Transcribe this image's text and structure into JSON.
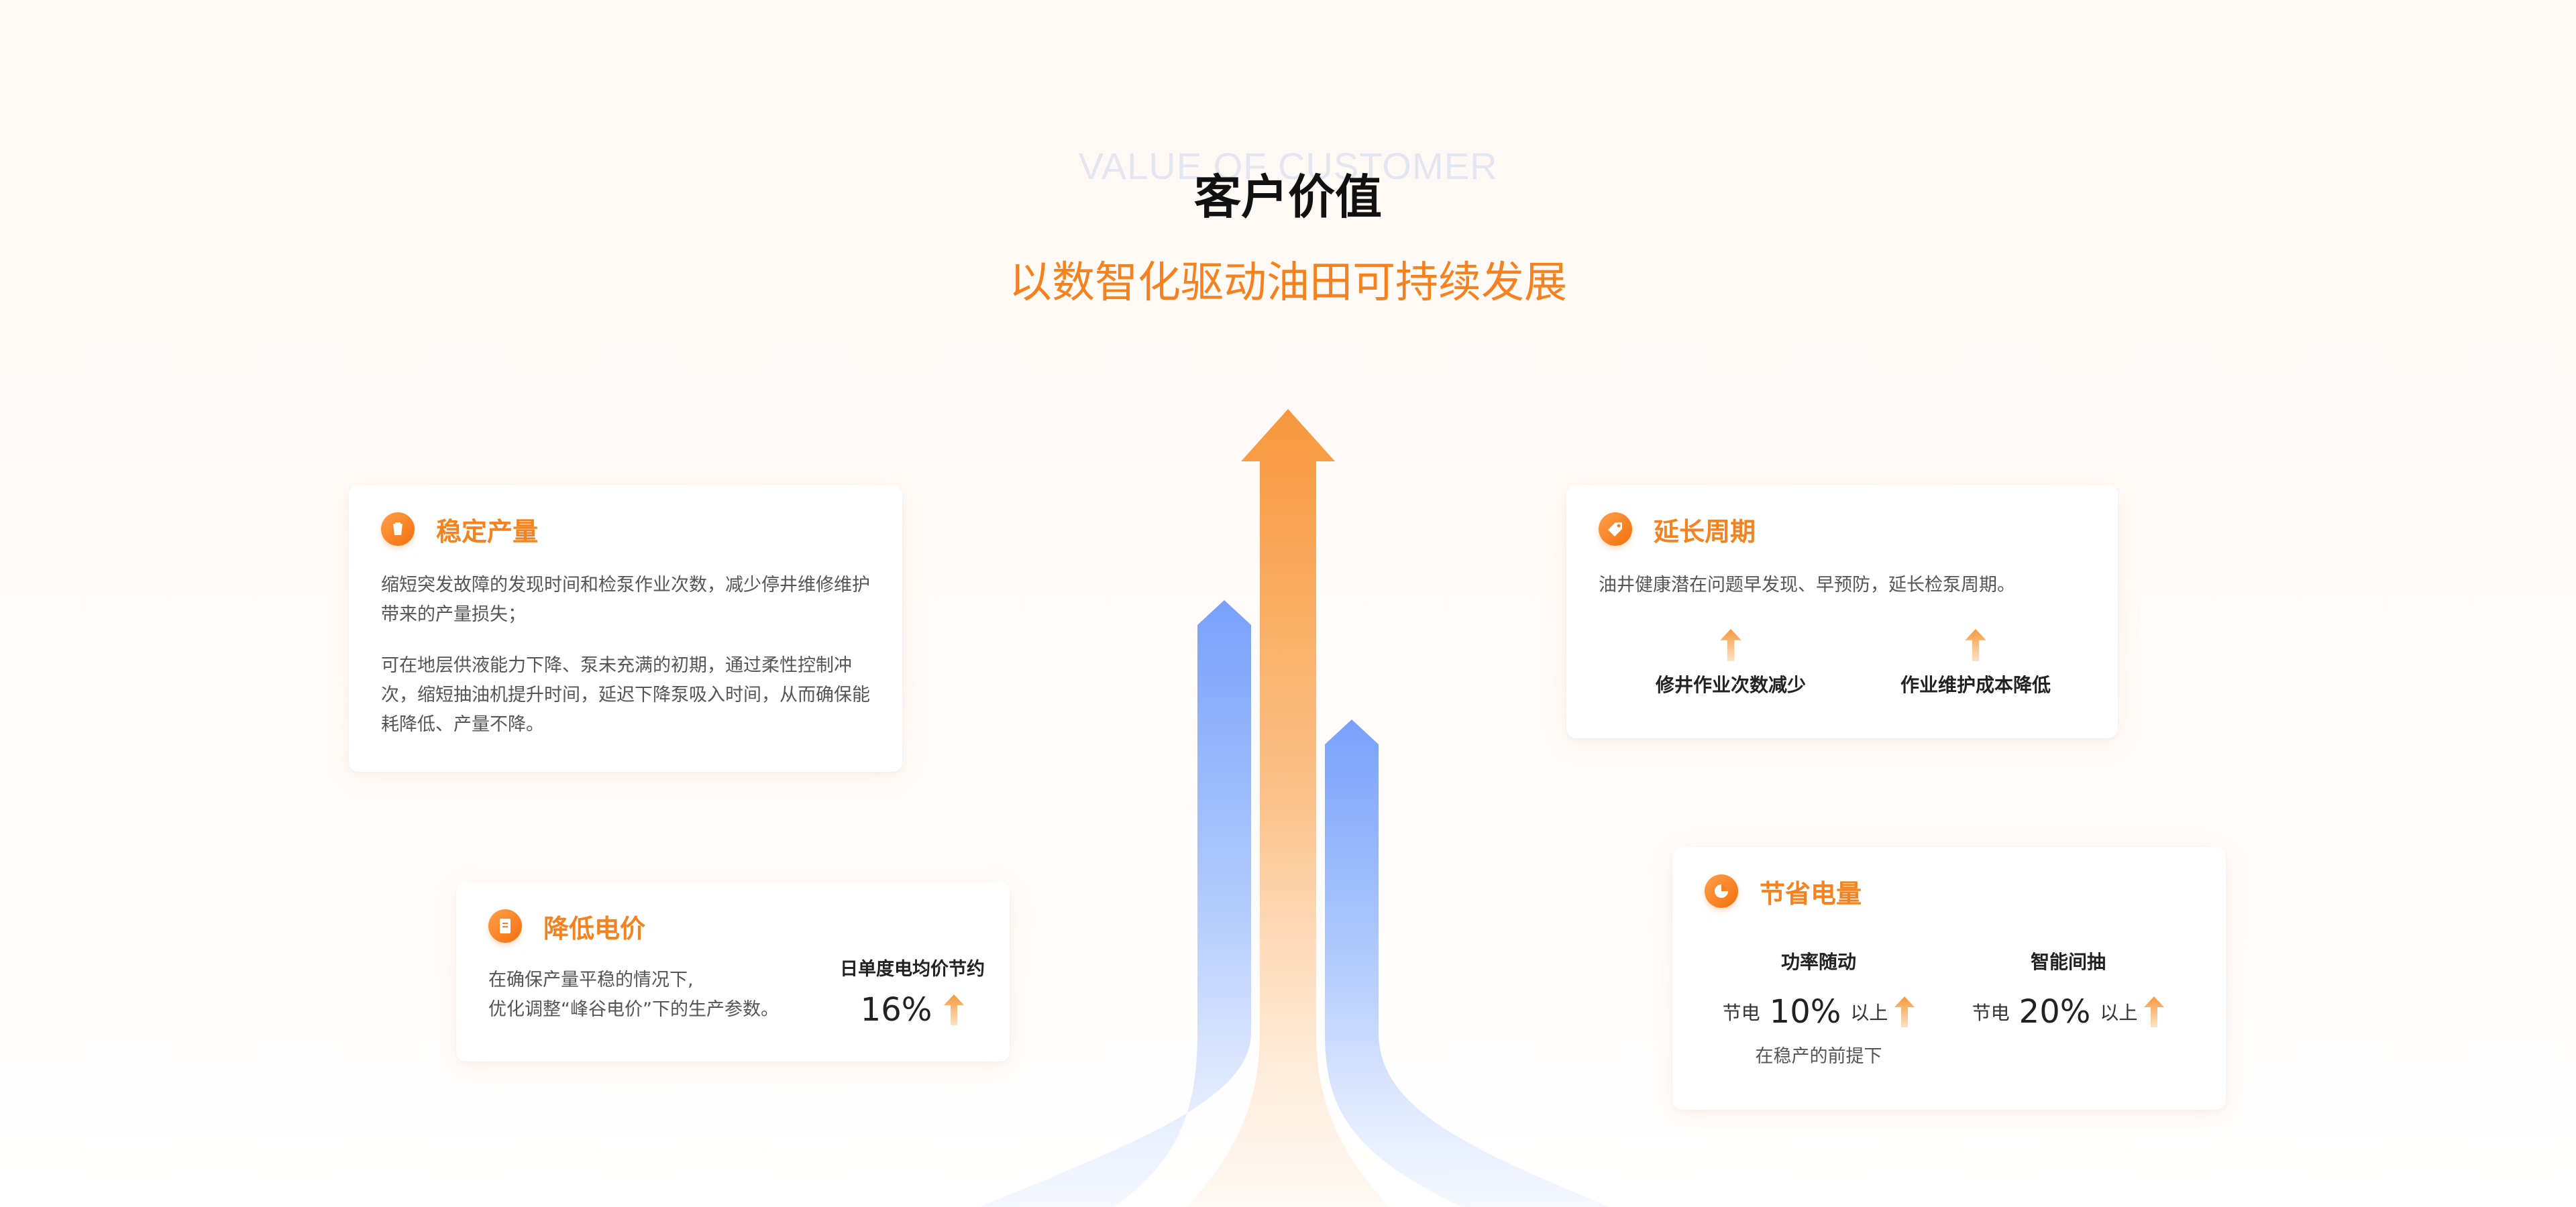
{
  "header": {
    "watermark": "VALUE OF CUSTOMER",
    "title": "客户价值",
    "subtitle": "以数智化驱动油田可持续发展"
  },
  "colors": {
    "accent_orange": "#f5821f",
    "arrow_blue": "#7ea6fa",
    "arrow_orange": "#f8a045"
  },
  "cards": {
    "stable": {
      "icon": "oil-drop-icon",
      "title": "稳定产量",
      "paragraph_1": "缩短突发故障的发现时间和检泵作业次数，减少停井维修维护带来的产量损失；",
      "paragraph_2": "可在地层供液能力下降、泵未充满的初期，通过柔性控制冲次，缩短抽油机提升时间，延迟下降泵吸入时间，从而确保能耗降低、产量不降。"
    },
    "extend": {
      "icon": "tag-icon",
      "title": "延长周期",
      "description": "油井健康潜在问题早发现、早预防，延长检泵周期。",
      "items": [
        {
          "label": "修井作业次数减少"
        },
        {
          "label": "作业维护成本降低"
        }
      ]
    },
    "price": {
      "icon": "document-icon",
      "title": "降低电价",
      "line_1": "在确保产量平稳的情况下,",
      "line_2": "优化调整“峰谷电价”下的生产参数。",
      "stat_label": "日单度电均价节约",
      "stat_value": "16%"
    },
    "power": {
      "icon": "pie-chart-icon",
      "title": "节省电量",
      "columns": [
        {
          "label": "功率随动",
          "prefix": "节电",
          "value": "10%",
          "suffix": "以上",
          "note": "在稳产的前提下"
        },
        {
          "label": "智能间抽",
          "prefix": "节电",
          "value": "20%",
          "suffix": "以上"
        }
      ]
    }
  }
}
